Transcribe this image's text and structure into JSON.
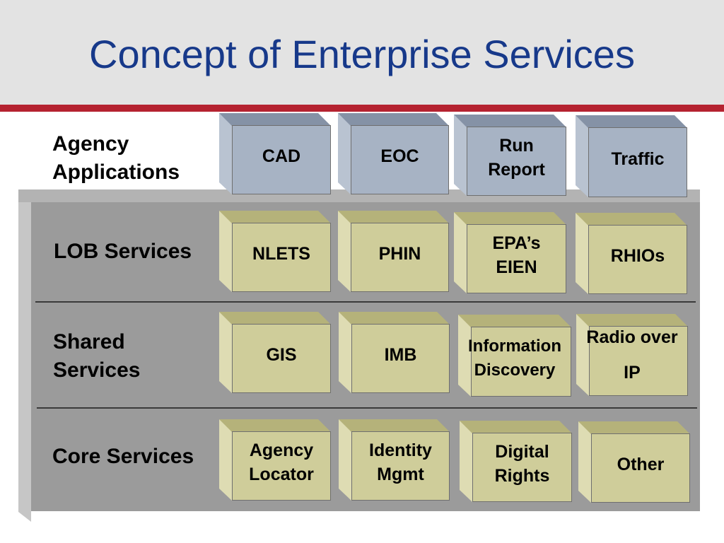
{
  "title": "Concept of Enterprise Services",
  "layers": {
    "agency": {
      "label": "Agency\nApplications",
      "boxes": [
        "CAD",
        "EOC",
        "Run\nReport",
        "Traffic"
      ]
    },
    "lob": {
      "label": "LOB Services",
      "boxes": [
        "NLETS",
        "PHIN",
        "EPA’s\nEIEN",
        "RHIOs"
      ]
    },
    "shared": {
      "label": "Shared\nServices",
      "boxes": [
        "GIS",
        "IMB",
        "Information\nDiscovery",
        "Radio over\nIP"
      ]
    },
    "core": {
      "label": "Core Services",
      "boxes": [
        "Agency\nLocator",
        "Identity\nMgmt",
        "Digital\nRights",
        "Other"
      ]
    }
  },
  "colors": {
    "title": "#17398a",
    "accent_bar": "#b52230",
    "agency_box": "#a7b3c4",
    "service_box": "#cfcd9a"
  }
}
